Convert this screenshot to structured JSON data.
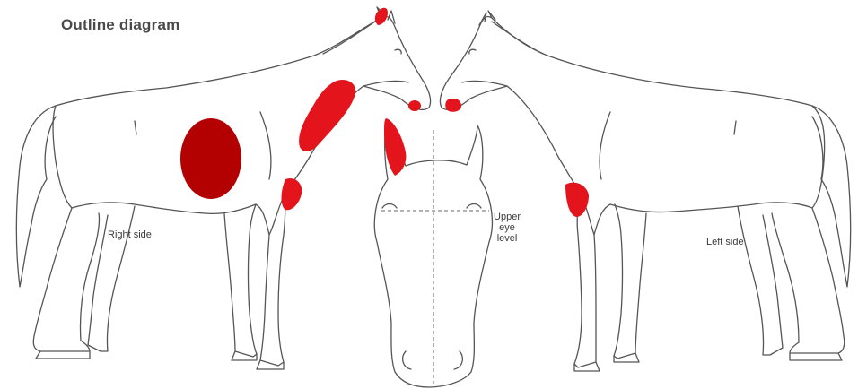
{
  "title": "Outline diagram",
  "labels": {
    "right_side": "Right side",
    "left_side": "Left side",
    "eye_level": [
      "Upper",
      "eye",
      "level"
    ]
  },
  "colors": {
    "marking": "#e3141b",
    "whorl": "#b30000",
    "outline": "#555555"
  },
  "markings": [
    {
      "name": "right-side-whorl-patch",
      "view": "right side",
      "location": "flank/barrel"
    },
    {
      "name": "right-side-neck-marking",
      "view": "right side",
      "location": "lower neck"
    },
    {
      "name": "right-side-poll-marking",
      "view": "right side",
      "location": "poll/ear"
    },
    {
      "name": "right-side-muzzle-marking",
      "view": "right side",
      "location": "muzzle"
    },
    {
      "name": "right-side-forearm-marking",
      "view": "right side",
      "location": "foreleg/forearm"
    },
    {
      "name": "front-head-ear-marking",
      "view": "front",
      "location": "left ear"
    },
    {
      "name": "left-side-muzzle-marking",
      "view": "left side",
      "location": "muzzle"
    },
    {
      "name": "left-side-forearm-marking",
      "view": "left side",
      "location": "foreleg/forearm"
    }
  ]
}
